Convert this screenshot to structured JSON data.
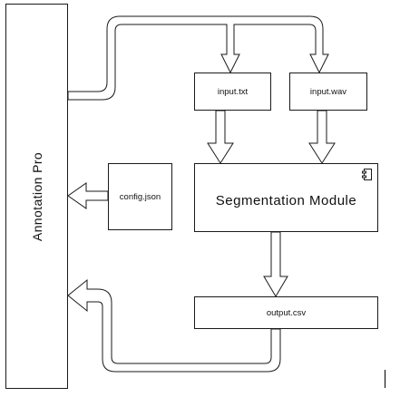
{
  "diagram": {
    "actor": {
      "label": "Annotation Pro"
    },
    "nodes": {
      "input_txt": {
        "label": "input.txt"
      },
      "input_wav": {
        "label": "input.wav"
      },
      "segmentation_module": {
        "label": "Segmentation Module",
        "icon": "component-icon"
      },
      "config_json": {
        "label": "config.json"
      },
      "output_csv": {
        "label": "output.csv"
      }
    },
    "edges": [
      {
        "from": "Annotation Pro",
        "to": "input.txt"
      },
      {
        "from": "Annotation Pro",
        "to": "input.wav"
      },
      {
        "from": "input.txt",
        "to": "Segmentation Module"
      },
      {
        "from": "input.wav",
        "to": "Segmentation Module"
      },
      {
        "from": "config.json",
        "to": "Annotation Pro"
      },
      {
        "from": "Segmentation Module",
        "to": "output.csv"
      },
      {
        "from": "output.csv",
        "to": "Annotation Pro"
      }
    ],
    "colors": {
      "stroke": "#1a1a1a",
      "arrow_fill": "#ffffff",
      "background": "#ffffff"
    }
  }
}
